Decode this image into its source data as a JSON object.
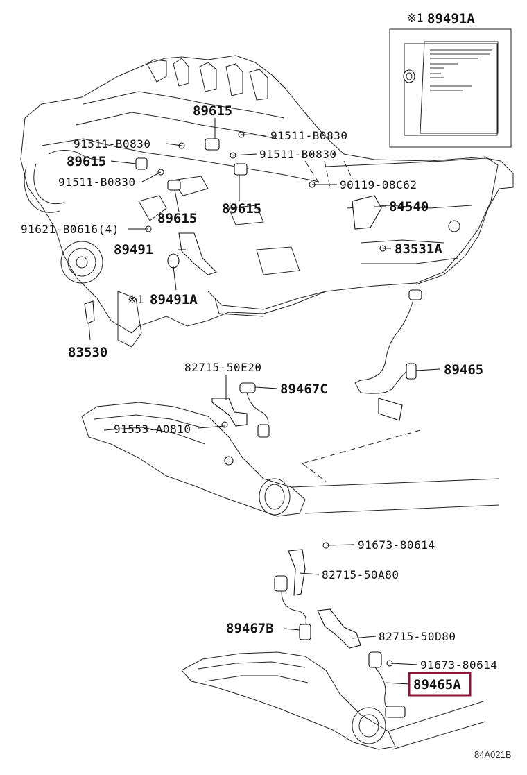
{
  "diagram": {
    "footer_code": "84A021B",
    "inset": {
      "note_mark": "※1",
      "part": "89491A"
    },
    "labels": {
      "p89615_a": "89615",
      "p91511_a": "91511-B0830",
      "p91511_b": "91511-B0830",
      "p91511_c": "91511-B0830",
      "p91511_d": "91511-B0830",
      "p89615_b": "89615",
      "p89615_c": "89615",
      "p89615_d": "89615",
      "p90119": "90119-08C62",
      "p84540": "84540",
      "p91621": "91621-B0616(4)",
      "p89491": "89491",
      "p83531a": "83531A",
      "p89491a_mark": "※1",
      "p89491a": "89491A",
      "p83530": "83530",
      "p82715_e20": "82715-50E20",
      "p89467c": "89467C",
      "p89465": "89465",
      "p91553": "91553-A0810",
      "p91673_a": "91673-80614",
      "p82715_a80": "82715-50A80",
      "p89467b": "89467B",
      "p82715_d80": "82715-50D80",
      "p91673_b": "91673-80614",
      "p89465a": "89465A"
    },
    "highlight_color": "#8a1538"
  }
}
